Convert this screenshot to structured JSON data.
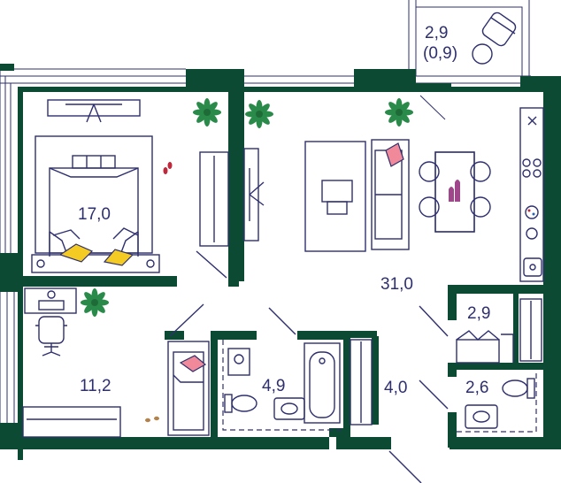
{
  "rooms": {
    "balcony": {
      "area": "2,9",
      "area_reduced": "(0,9)"
    },
    "bedroom": {
      "area": "17,0"
    },
    "living_kitchen": {
      "area": "31,0"
    },
    "study": {
      "area": "11,2"
    },
    "bathroom": {
      "area": "4,9"
    },
    "hallway": {
      "area": "4,0"
    },
    "storage": {
      "area": "2,9"
    },
    "wc": {
      "area": "2,6"
    }
  },
  "colors": {
    "wall": "#0d4a33",
    "line": "#2e2f6e",
    "pillow_yellow": "#f4cb22",
    "pillow_pink": "#f08a9a",
    "plant": "#2a8a4a",
    "vase": "#a0478c",
    "background": "#ffffff"
  },
  "icons": [
    "plant-icon",
    "slippers-icon",
    "chair-icon",
    "hob-icon",
    "sink-icon",
    "toilet-icon",
    "bathtub-icon",
    "vase-icon"
  ]
}
